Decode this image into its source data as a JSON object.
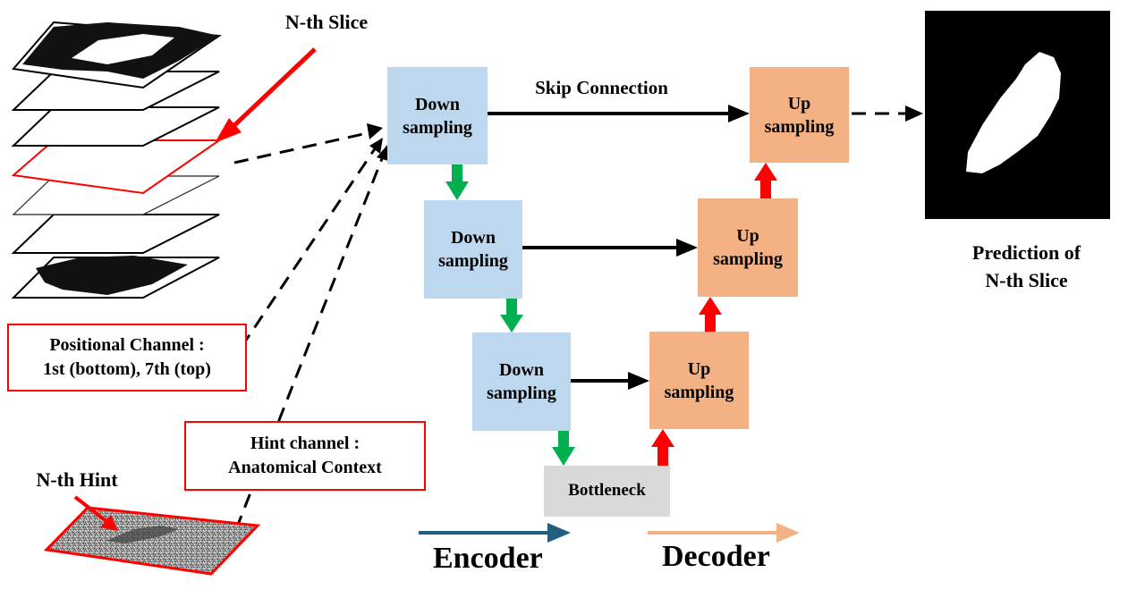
{
  "labels": {
    "nth_slice": "N-th Slice",
    "skip_connection": "Skip Connection",
    "prediction": [
      "Prediction of",
      "N-th Slice"
    ],
    "nth_hint": "N-th Hint"
  },
  "positional_box": [
    "Positional Channel :",
    "1st (bottom), 7th (top)"
  ],
  "hint_box": [
    "Hint channel :",
    "Anatomical Context"
  ],
  "encoder_blocks": [
    [
      "Down",
      "sampling"
    ],
    [
      "Down",
      "sampling"
    ],
    [
      "Down",
      "sampling"
    ]
  ],
  "decoder_blocks": [
    [
      "Up",
      "sampling"
    ],
    [
      "Up",
      "sampling"
    ],
    [
      "Up",
      "sampling"
    ]
  ],
  "bottleneck": "Bottleneck",
  "legend": {
    "encoder": "Encoder",
    "decoder": "Decoder"
  },
  "colors": {
    "encoder_block": "#bdd7ee",
    "decoder_block": "#f4b183",
    "bottleneck": "#d9d9d9",
    "down_arrow": "#00b050",
    "up_arrow": "#ff0000",
    "highlight": "#ff0000",
    "encoder_legend": "#1f5f7f",
    "decoder_legend": "#f4b183"
  }
}
